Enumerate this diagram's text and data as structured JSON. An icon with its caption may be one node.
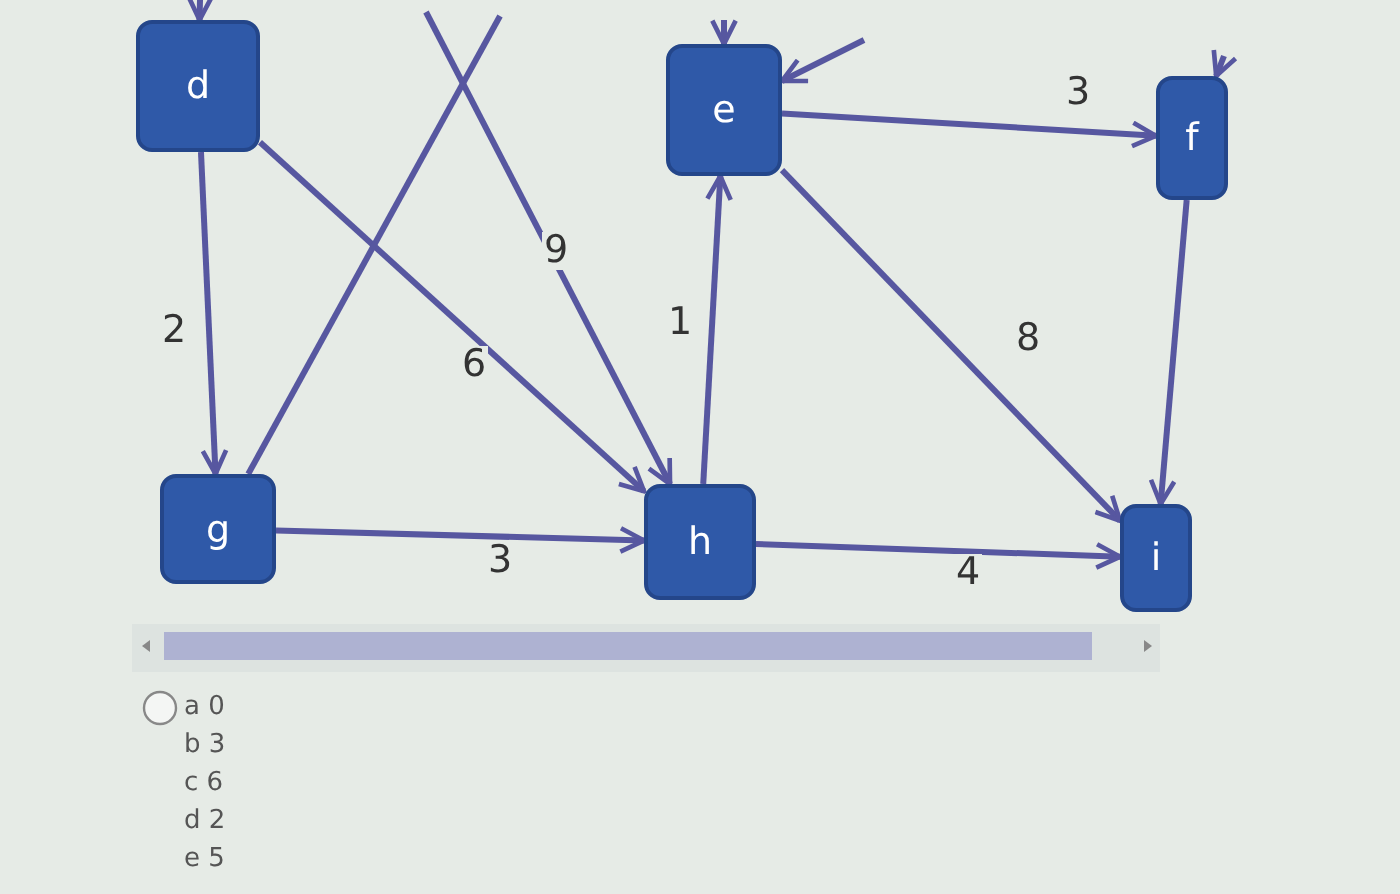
{
  "diagram": {
    "nodes": [
      {
        "text": [
          "d"
        ]
      },
      {
        "text": [
          "e"
        ]
      },
      {
        "text": [
          "f"
        ]
      },
      {
        "text": [
          "g"
        ]
      },
      {
        "text": [
          "h"
        ]
      },
      {
        "text": [
          "i"
        ]
      }
    ],
    "edges": [
      {
        "from": 0,
        "to": 3,
        "arrow": "to",
        "label": "2"
      },
      {
        "from": 0,
        "to": 4,
        "arrow": "to",
        "label": "6"
      },
      {
        "from": null,
        "to": 4,
        "arrow": "to",
        "label": "9"
      },
      {
        "from": 3,
        "to": null,
        "arrow": "none"
      },
      {
        "from": 3,
        "to": 4,
        "arrow": "to",
        "label": "3"
      },
      {
        "from": 4,
        "to": 1,
        "arrow": "to",
        "label": "1"
      },
      {
        "from": null,
        "to": 1,
        "arrow": "to"
      },
      {
        "from": 1,
        "to": 2,
        "arrow": "to",
        "label": "3"
      },
      {
        "from": 1,
        "to": 5,
        "arrow": "to",
        "label": "8"
      },
      {
        "from": 4,
        "to": 5,
        "arrow": "to",
        "label": "4"
      },
      {
        "from": 2,
        "to": 5,
        "arrow": "to"
      },
      {
        "from": null,
        "to": 0,
        "arrow": "to"
      },
      {
        "from": null,
        "to": 1,
        "arrow": "to"
      },
      {
        "from": null,
        "to": 2,
        "arrow": "to"
      }
    ],
    "labels": [
      "a 0",
      "b 3",
      "c 6",
      "d 2",
      "e 5"
    ]
  }
}
